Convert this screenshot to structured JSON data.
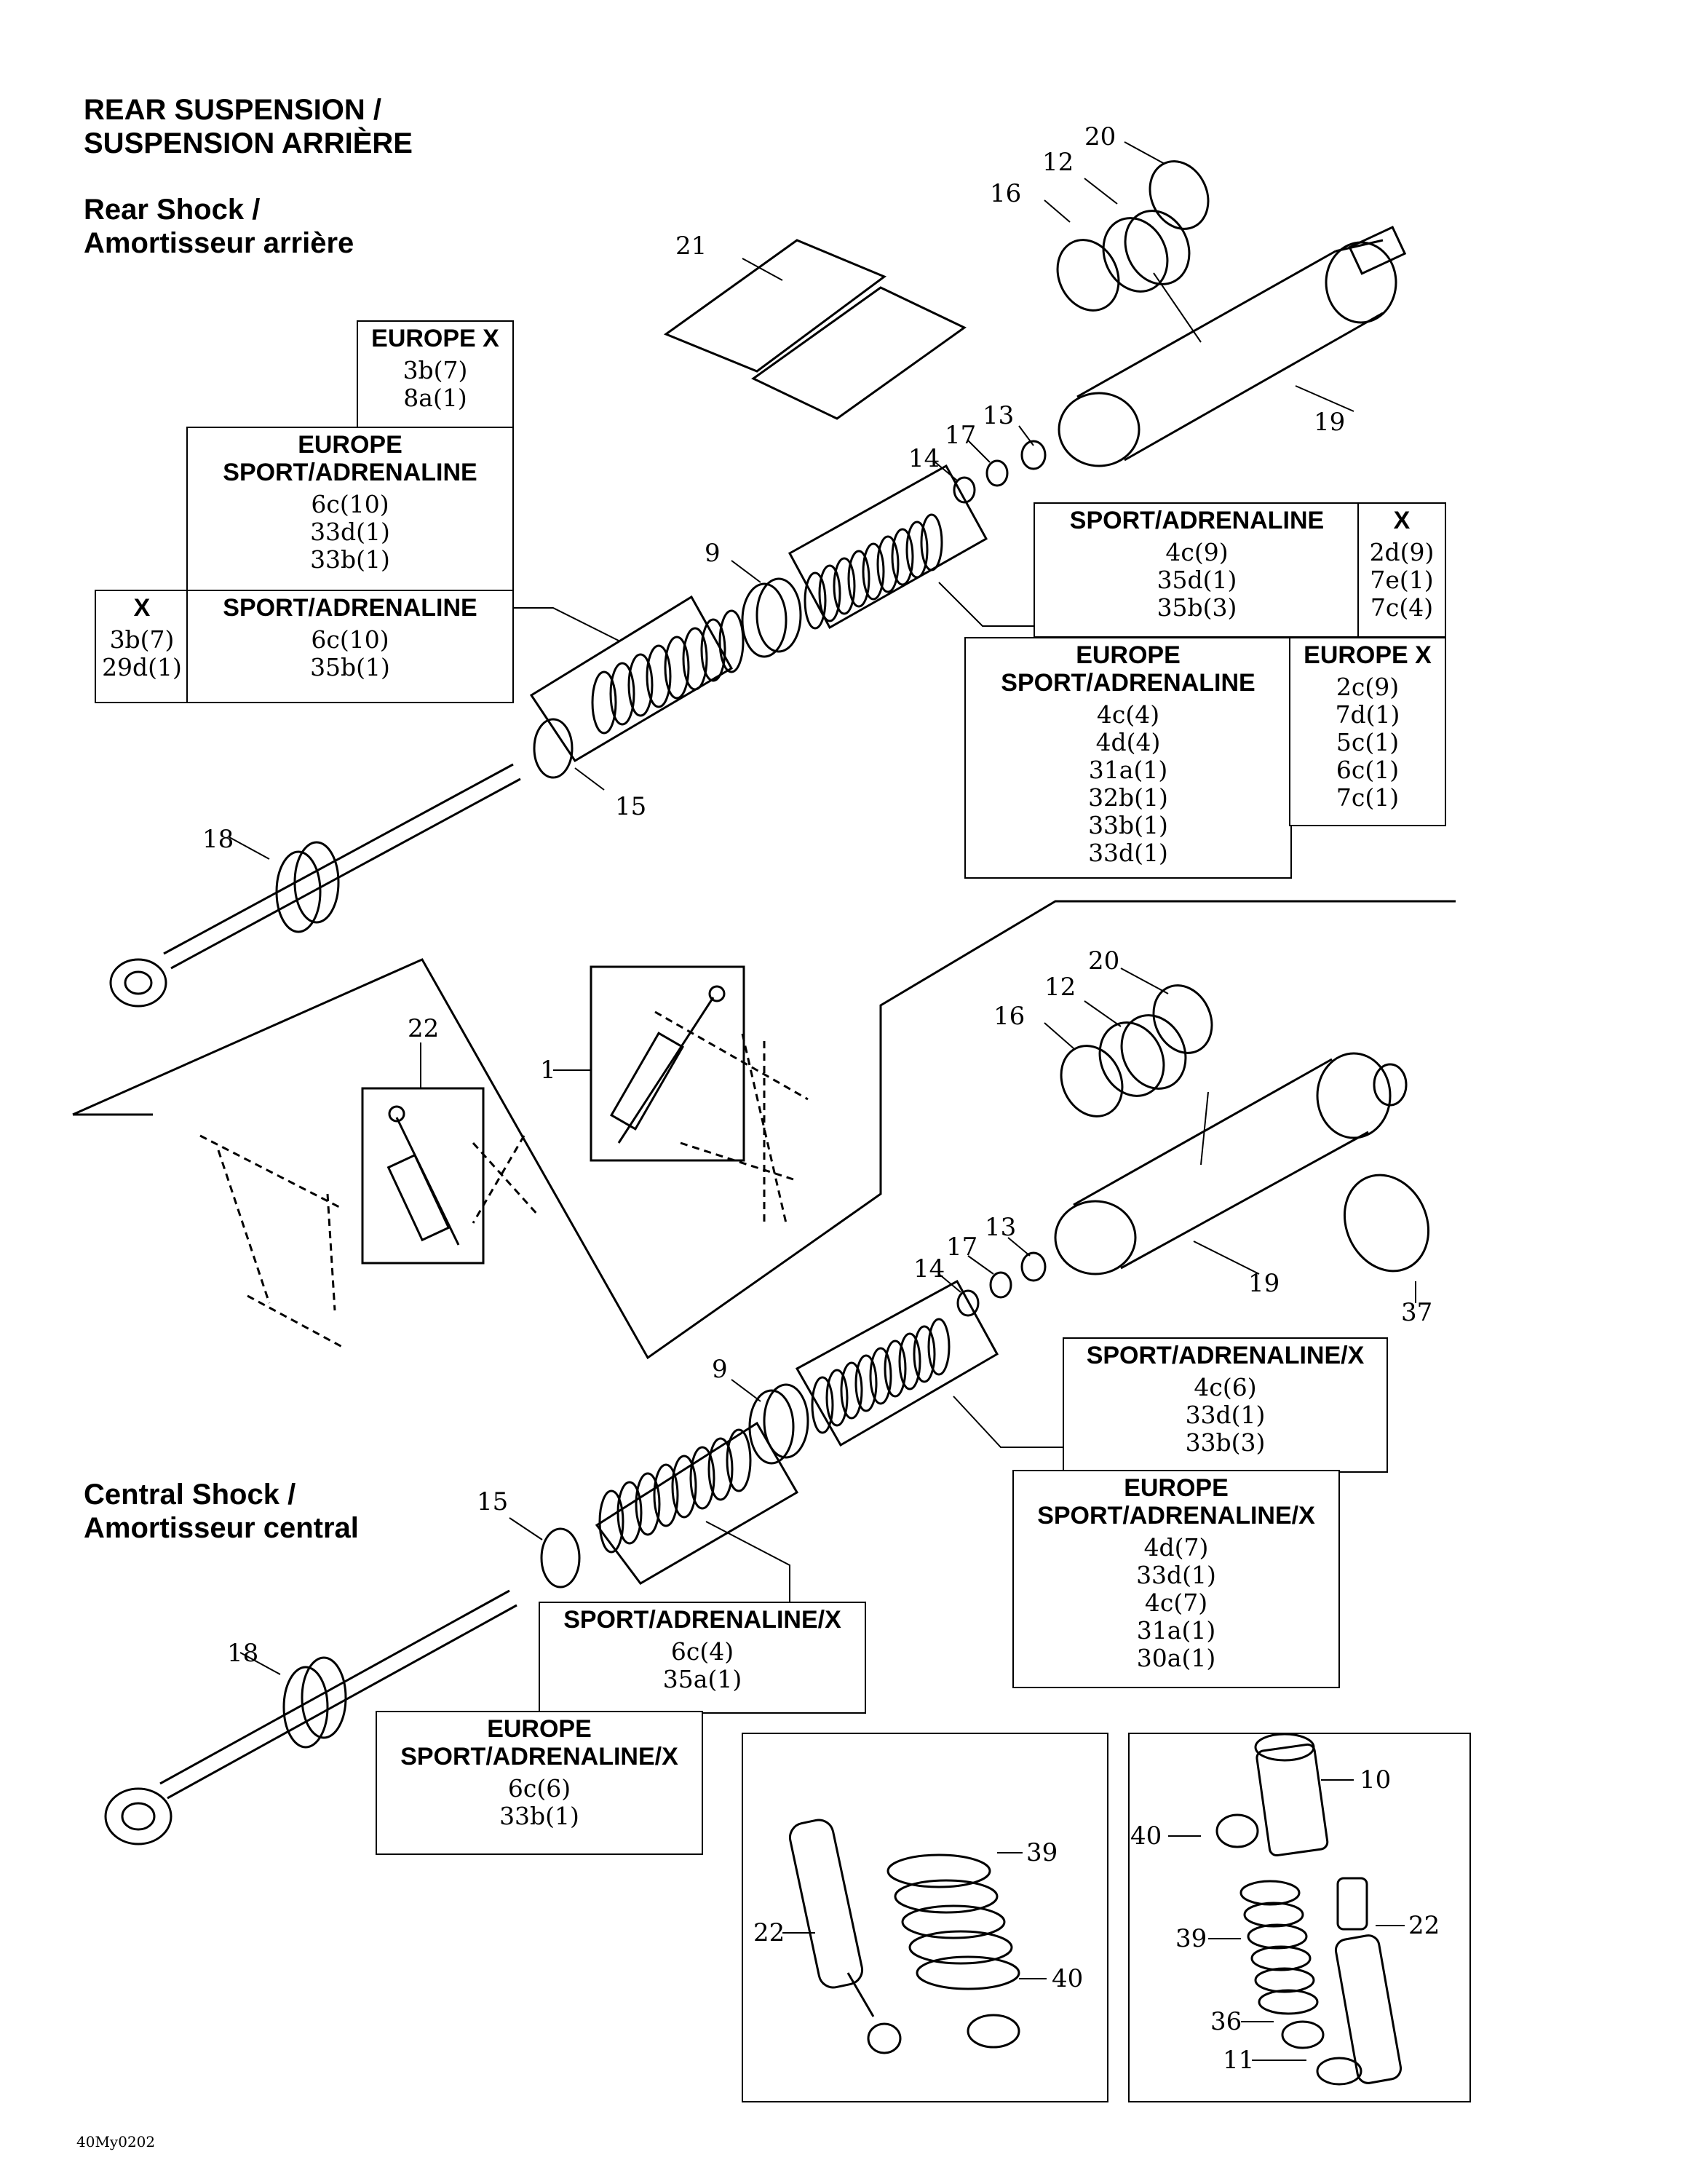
{
  "title": {
    "line1": "REAR SUSPENSION /",
    "line2": "SUSPENSION ARRIÈRE"
  },
  "sections": {
    "rear_shock": {
      "line1": "Rear Shock /",
      "line2": "Amortisseur arrière"
    },
    "central_shock": {
      "line1": "Central Shock /",
      "line2": "Amortisseur central"
    }
  },
  "tables": {
    "t_europe_x_top": {
      "header": "EUROPE X",
      "values": [
        "3b(7)",
        "8a(1)"
      ]
    },
    "t_europe_sport_top": {
      "header_line1": "EUROPE",
      "header_line2": "SPORT/ADRENALINE",
      "values": [
        "6c(10)",
        "33d(1)",
        "33b(1)"
      ]
    },
    "t_x_left": {
      "header": "X",
      "values": [
        "3b(7)",
        "29d(1)"
      ]
    },
    "t_sport_left": {
      "header": "SPORT/ADRENALINE",
      "values": [
        "6c(10)",
        "35b(1)"
      ]
    },
    "t_sport_right": {
      "header": "SPORT/ADRENALINE",
      "values": [
        "4c(9)",
        "35d(1)",
        "35b(3)"
      ]
    },
    "t_x_right": {
      "header": "X",
      "values": [
        "2d(9)",
        "7e(1)",
        "7c(4)"
      ]
    },
    "t_europe_sport_right": {
      "header_line1": "EUROPE",
      "header_line2": "SPORT/ADRENALINE",
      "values": [
        "4c(4)",
        "4d(4)",
        "31a(1)",
        "32b(1)",
        "33b(1)",
        "33d(1)"
      ]
    },
    "t_europe_x_right": {
      "header": "EUROPE X",
      "values": [
        "2c(9)",
        "7d(1)",
        "5c(1)",
        "6c(1)",
        "7c(1)"
      ]
    },
    "t_c_sport_x_right": {
      "header": "SPORT/ADRENALINE/X",
      "values": [
        "4c(6)",
        "33d(1)",
        "33b(3)"
      ]
    },
    "t_c_europe_right": {
      "header_line1": "EUROPE",
      "header_line2": "SPORT/ADRENALINE/X",
      "values": [
        "4d(7)",
        "33d(1)",
        "4c(7)",
        "31a(1)",
        "30a(1)"
      ]
    },
    "t_c_sport_x_mid": {
      "header": "SPORT/ADRENALINE/X",
      "values": [
        "6c(4)",
        "35a(1)"
      ]
    },
    "t_c_europe_left": {
      "header_line1": "EUROPE",
      "header_line2": "SPORT/ADRENALINE/X",
      "values": [
        "6c(6)",
        "33b(1)"
      ]
    }
  },
  "callouts": {
    "rear_20": "20",
    "rear_12": "12",
    "rear_16": "16",
    "rear_21": "21",
    "rear_19": "19",
    "rear_13": "13",
    "rear_17": "17",
    "rear_14": "14",
    "rear_9": "9",
    "rear_15": "15",
    "rear_18": "18",
    "ov_22": "22",
    "ov_1": "1",
    "c_20": "20",
    "c_12": "12",
    "c_16": "16",
    "c_13": "13",
    "c_17": "17",
    "c_14": "14",
    "c_19": "19",
    "c_37": "37",
    "c_9": "9",
    "c_15": "15",
    "c_18": "18",
    "d1_39": "39",
    "d1_22": "22",
    "d1_40": "40",
    "d2_10": "10",
    "d2_40": "40",
    "d2_39": "39",
    "d2_22": "22",
    "d2_36": "36",
    "d2_11": "11"
  },
  "footer": {
    "code": "40My0202"
  }
}
